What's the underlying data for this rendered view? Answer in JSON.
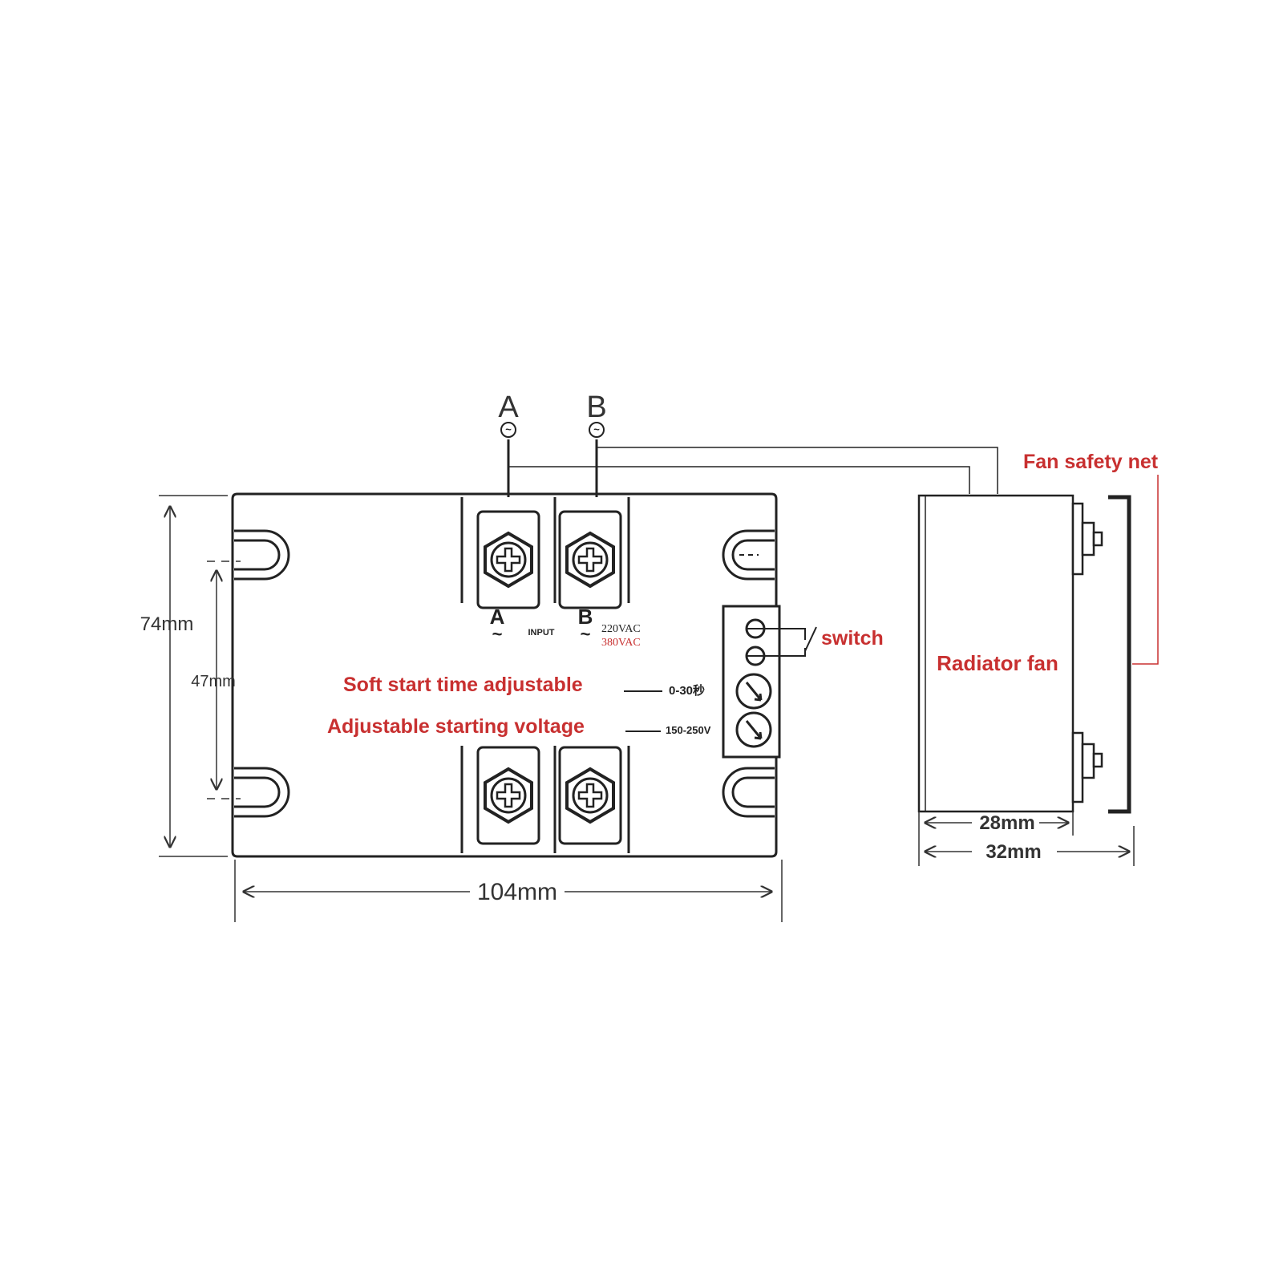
{
  "terminals": {
    "a": "A",
    "b": "B",
    "ac": "~"
  },
  "labels": {
    "input": "INPUT",
    "v220": "220VAC",
    "v380": "380VAC",
    "switch": "switch",
    "soft_start": "Soft start time adjustable",
    "soft_range": "0-30秒",
    "start_voltage": "Adjustable starting voltage",
    "voltage_range": "150-250V",
    "radiator_fan": "Radiator fan",
    "fan_safety_net": "Fan safety net"
  },
  "dimensions": {
    "height": "74mm",
    "hole_spacing": "47mm",
    "width": "104mm",
    "fan_depth": "28mm",
    "total_depth": "32mm"
  },
  "colors": {
    "accent": "#c83030",
    "line": "#222222"
  }
}
